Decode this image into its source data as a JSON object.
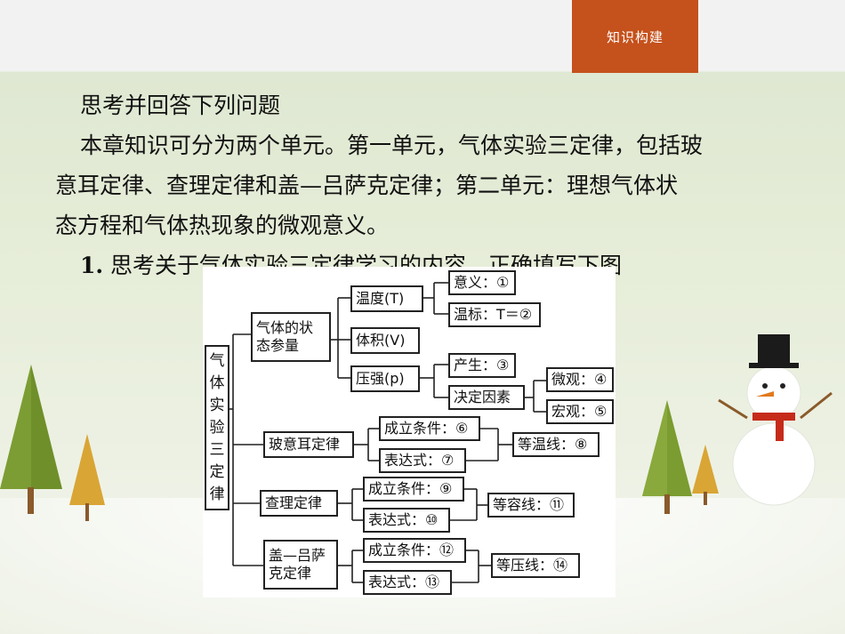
{
  "header": {
    "section_tab": "知识构建"
  },
  "content": {
    "heading": "思考并回答下列问题",
    "intro_line1": "本章知识可分为两个单元。第一单元，气体实验三定律，包括玻",
    "intro_line2": "意耳定律、查理定律和盖—吕萨克定律；第二单元：理想气体状",
    "intro_line3": "态方程和气体热现象的微观意义。",
    "question_num": "1.",
    "question_text": " 思考关于气体实验三定律学习的内容。正确填写下图"
  },
  "diagram": {
    "root": "气体实验三定律",
    "state_params": "气体的状态参量",
    "temperature": "温度(T)",
    "meaning": "意义：①",
    "temp_scale": "温标：T＝②",
    "volume": "体积(V)",
    "pressure": "压强(p)",
    "origin": "产生：③",
    "factors": "决定因素",
    "micro": "微观：④",
    "macro": "宏观：⑤",
    "boyle": "玻意耳定律",
    "boyle_cond": "成立条件：⑥",
    "boyle_expr": "表达式：⑦",
    "isotherm": "等温线：⑧",
    "charles": "查理定律",
    "charles_cond": "成立条件：⑨",
    "charles_expr": "表达式：⑩",
    "isochore": "等容线：⑪",
    "gaylussac": "盖—吕萨克定律",
    "gl_cond": "成立条件：⑫",
    "gl_expr": "表达式：⑬",
    "isobar": "等压线：⑭"
  },
  "colors": {
    "accent": "#c5511c",
    "text": "#111111",
    "tree_green": "#6f8f2a",
    "tree_orange": "#d9a535",
    "scarf": "#c62b1a"
  }
}
